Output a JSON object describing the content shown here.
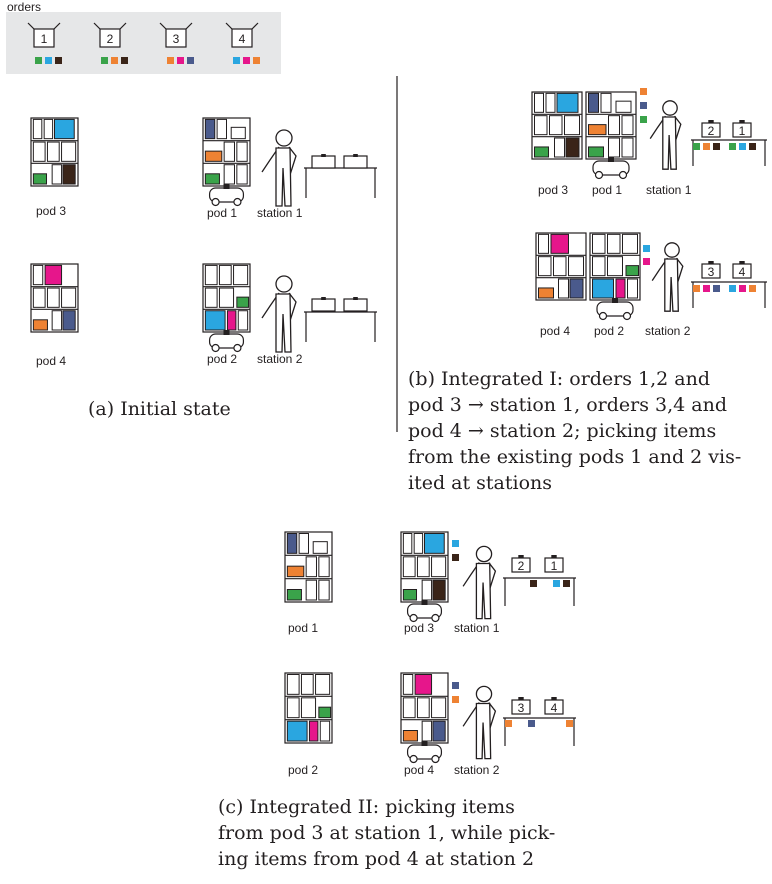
{
  "colors": {
    "green": "#3aa34a",
    "blue": "#2aa6e0",
    "dark": "#3a2418",
    "orange": "#ee8233",
    "magenta": "#e6168b",
    "navy": "#4a5a8c",
    "line": "#231f20",
    "panel": "#e6e7e8"
  },
  "orders_panel": {
    "title": "orders",
    "orders": [
      {
        "id": "1",
        "items": [
          "green",
          "blue",
          "dark"
        ]
      },
      {
        "id": "2",
        "items": [
          "green",
          "orange",
          "dark"
        ]
      },
      {
        "id": "3",
        "items": [
          "orange",
          "magenta",
          "navy"
        ]
      },
      {
        "id": "4",
        "items": [
          "blue",
          "magenta",
          "orange"
        ]
      }
    ]
  },
  "panel_a": {
    "caption": "(a) Initial state",
    "free_pods": [
      "pod 3",
      "pod 4"
    ],
    "pods_at_stations": [
      "pod 1",
      "pod 2"
    ],
    "stations": [
      "station 1",
      "station 2"
    ]
  },
  "panel_b": {
    "caption": "(b) Integrated I: orders 1,2 and pod 3 → station 1, orders 3,4 and pod 4 → station 2; picking items from the existing pods 1 and 2 visited at stations",
    "caption_lines": [
      "(b) Integrated I: orders 1,2 and",
      "pod 3 → station 1, orders 3,4 and",
      "pod 4 → station 2; picking items",
      "from the existing pods 1 and 2 vis-",
      "ited at stations"
    ],
    "row1": {
      "pods": [
        "pod 3",
        "pod 1"
      ],
      "station": "station 1",
      "orders": [
        "2",
        "1"
      ]
    },
    "row2": {
      "pods": [
        "pod 4",
        "pod 2"
      ],
      "station": "station 2",
      "orders": [
        "3",
        "4"
      ]
    }
  },
  "panel_c": {
    "caption": "(c) Integrated II: picking items from pod 3 at station 1, while picking items from pod 4 at station 2",
    "caption_lines": [
      "(c) Integrated II: picking items",
      "from pod 3 at station 1, while pick-",
      "ing items from pod 4 at station 2"
    ],
    "free_pods": [
      "pod 1",
      "pod 2"
    ],
    "pods_at_stations": [
      "pod 3",
      "pod 4"
    ],
    "stations": [
      "station 1",
      "station 2"
    ],
    "orders_row1": [
      "2",
      "1"
    ],
    "orders_row2": [
      "3",
      "4"
    ]
  }
}
